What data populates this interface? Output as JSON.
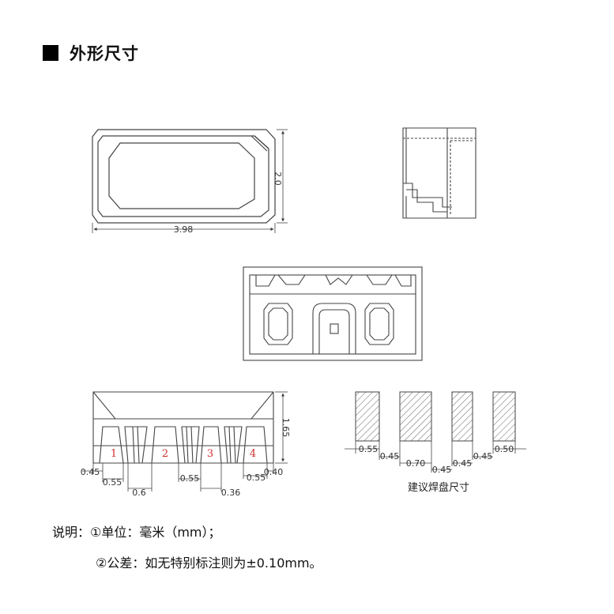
{
  "heading": {
    "title": "外形尺寸"
  },
  "top_view": {
    "width_label": "3.98",
    "height_label": "2.0"
  },
  "side_view": {
    "height_label": "1.65",
    "pins": [
      "1",
      "2",
      "3",
      "4"
    ],
    "dims": {
      "d045": "0.45",
      "d055a": "0.55",
      "d06": "0.6",
      "d055b": "0.55",
      "d036": "0.36",
      "d055c": "0.55",
      "d040": "0.40"
    }
  },
  "land_pattern": {
    "caption": "建议焊盘尺寸",
    "dims": {
      "p055": "0.55",
      "g045a": "0.45",
      "p070": "0.70",
      "g045b": "0.45",
      "p045": "0.45",
      "g045c": "0.45",
      "p050": "0.50"
    }
  },
  "notes": {
    "line1": "说明：①单位：毫米（mm）；",
    "line2": "②公差：如无特别标注则为±0.10mm。"
  }
}
